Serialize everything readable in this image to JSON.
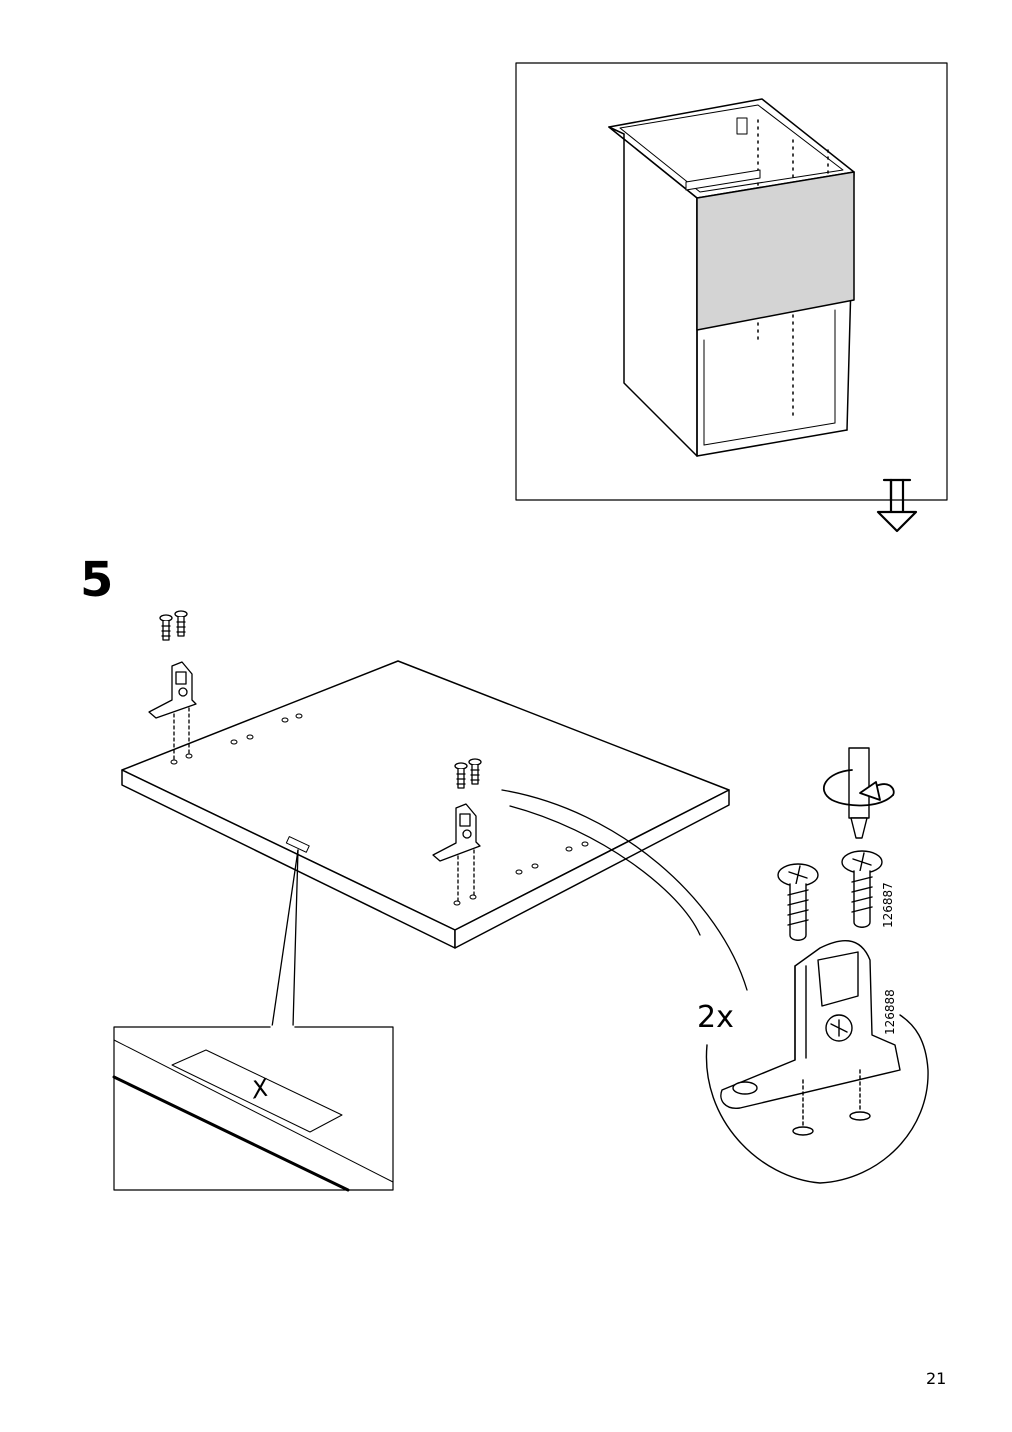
{
  "step": {
    "number": "5"
  },
  "page": {
    "number": "21"
  },
  "quantity": {
    "label": "2x"
  },
  "parts": {
    "screw_id": "126887",
    "bracket_id": "126888"
  },
  "detail": {
    "mark_label": "X"
  },
  "icons": [
    "turn-over-arrow-icon",
    "rotate-clockwise-icon",
    "screwdriver-icon"
  ]
}
